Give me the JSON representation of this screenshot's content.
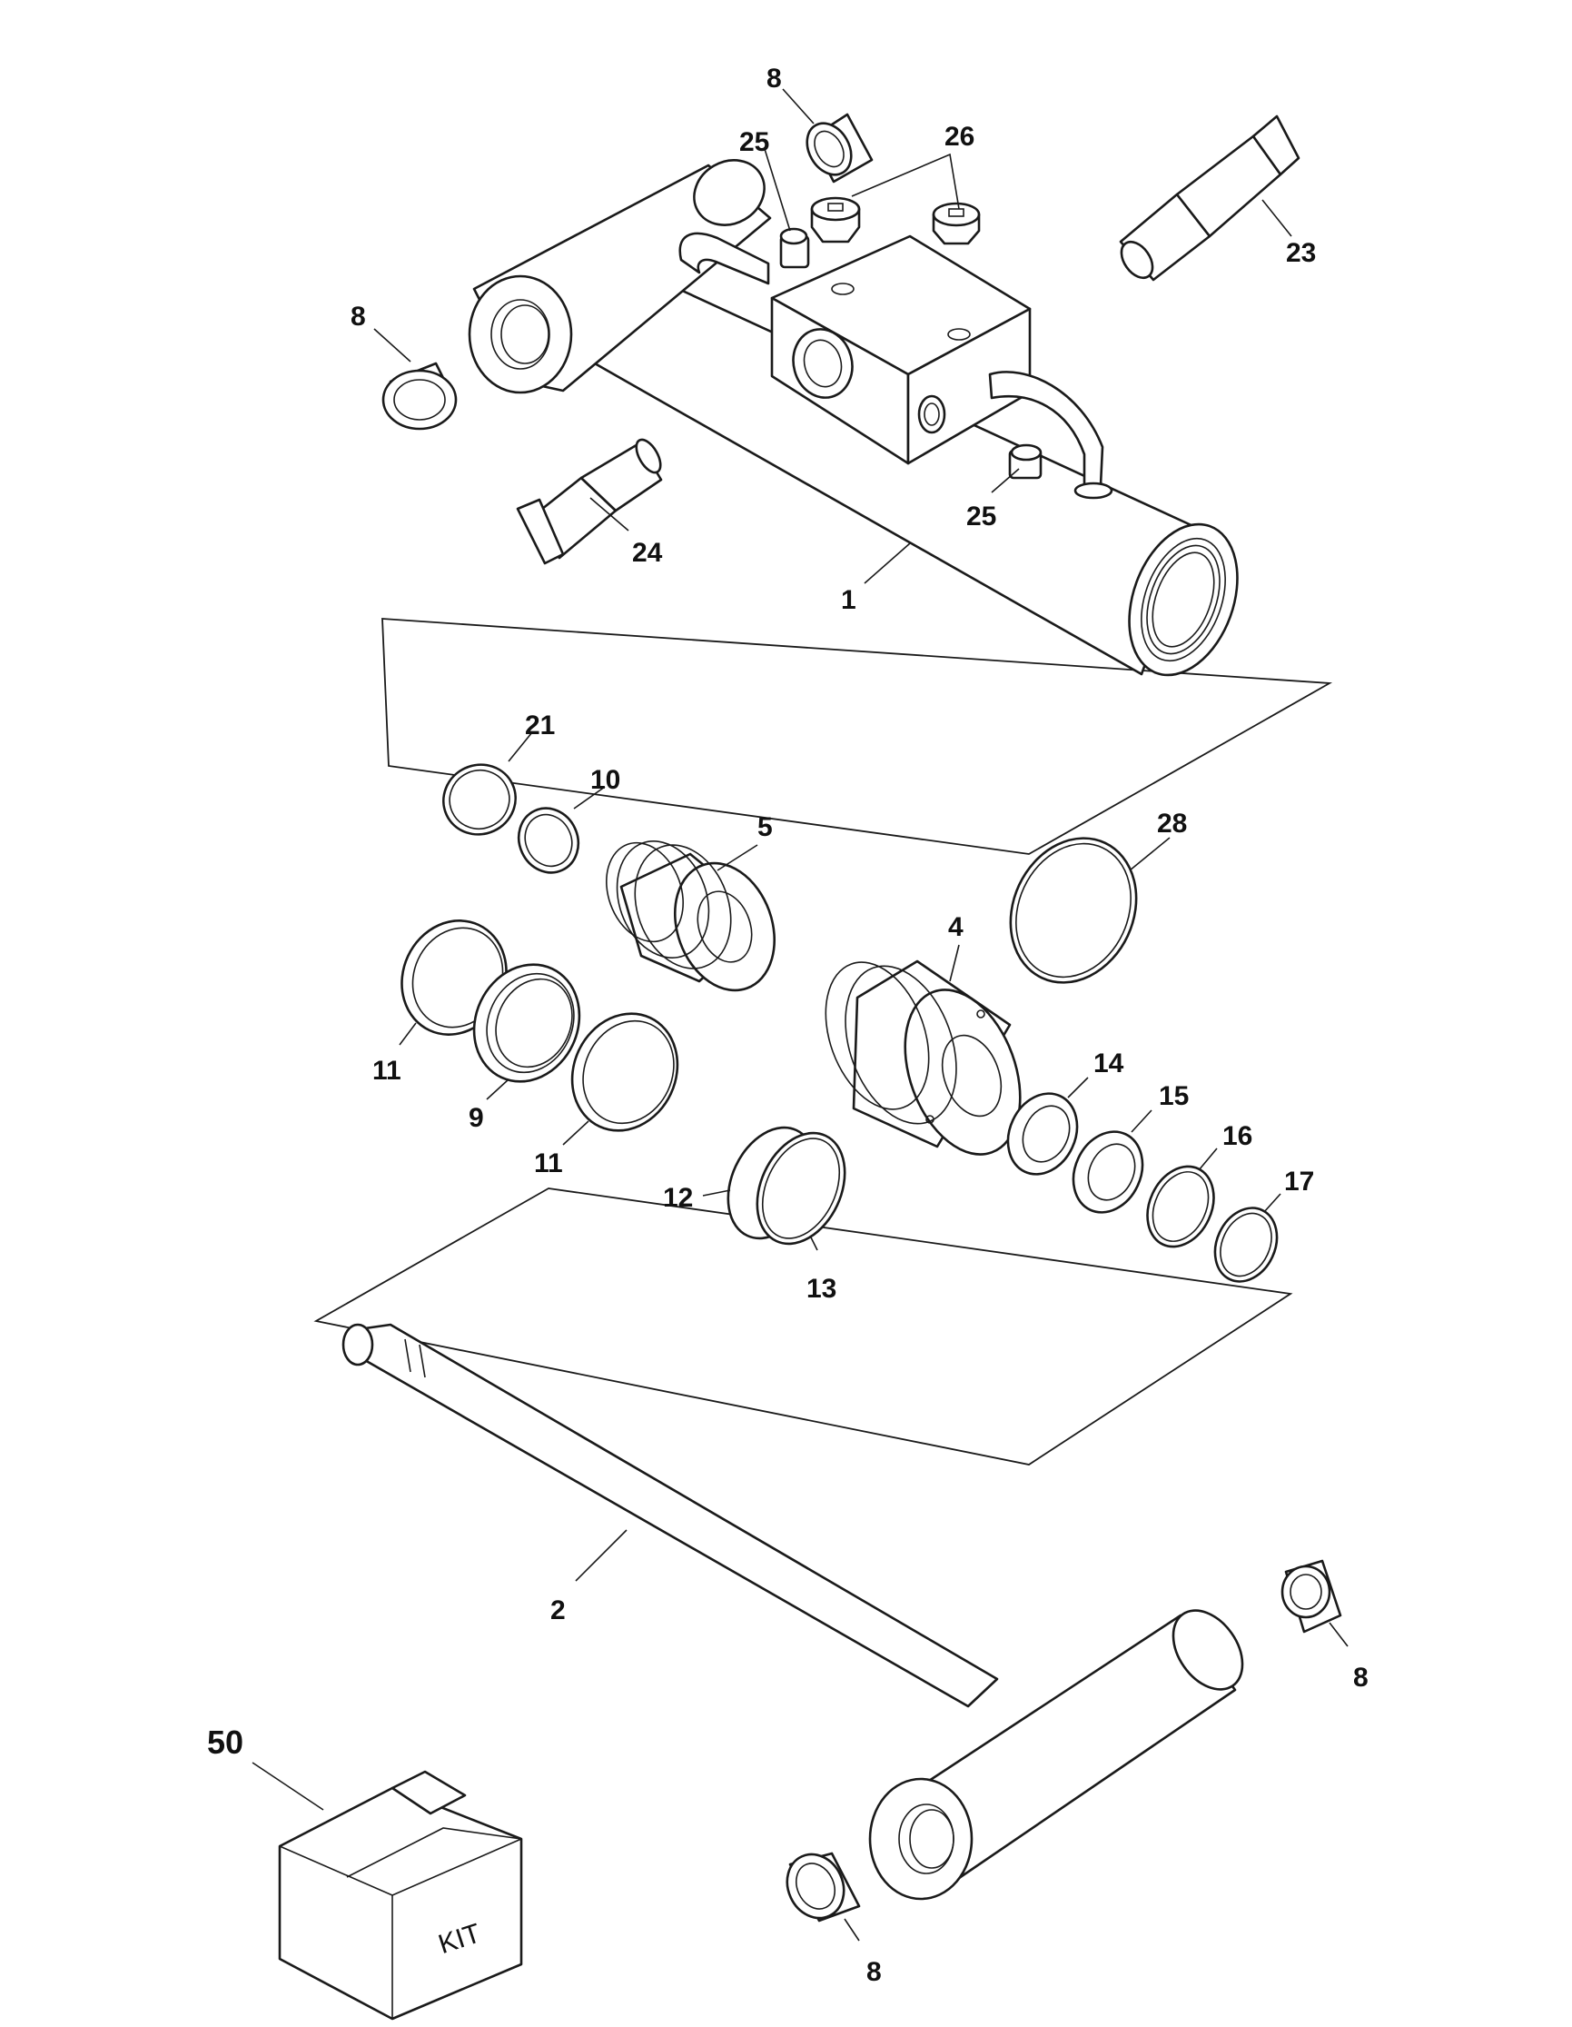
{
  "callouts": {
    "c8_top": "8",
    "c25_top": "25",
    "c26": "26",
    "c23": "23",
    "c8_left": "8",
    "c24": "24",
    "c25_mid": "25",
    "c1": "1",
    "c21": "21",
    "c10": "10",
    "c5": "5",
    "c28": "28",
    "c4": "4",
    "c11_a": "11",
    "c9": "9",
    "c11_b": "11",
    "c14": "14",
    "c15": "15",
    "c16": "16",
    "c17": "17",
    "c12": "12",
    "c13": "13",
    "c2": "2",
    "c8_right": "8",
    "c50": "50",
    "c8_bottom": "8"
  },
  "kit_label": "KIT"
}
